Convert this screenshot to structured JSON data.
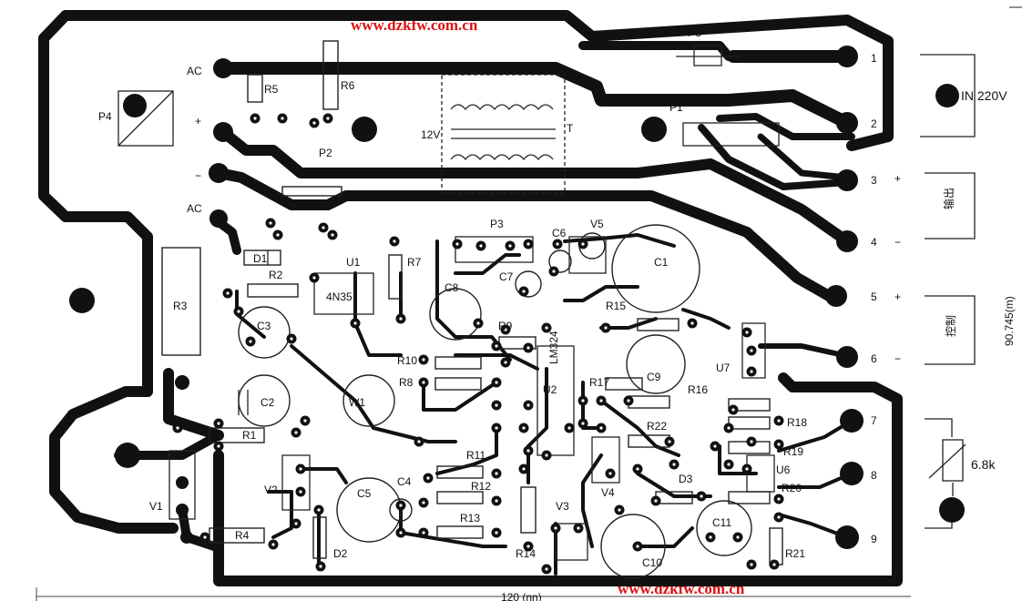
{
  "watermark": {
    "top": "www.dzkfw.com.cn",
    "bottom": "www.dzkfw.com.cn",
    "color": "#dd1111"
  },
  "dimension_label": "120 (nn)",
  "labels": {
    "fu": "FU",
    "ac1": "AC",
    "ac2": "AC",
    "plus": "+",
    "minus": "−",
    "r5": "R5",
    "r6": "R6",
    "p4": "P4",
    "p2": "P2",
    "v12": "12V",
    "t": "T",
    "p1": "P1",
    "d1": "D1",
    "r2": "R2",
    "u1": "U1",
    "ic_4n35": "4N35",
    "r7": "R7",
    "p3": "P3",
    "c6": "C6",
    "v5": "V5",
    "c7": "C7",
    "c8": "C8",
    "c1": "C1",
    "r3": "R3",
    "c3": "C3",
    "r15": "R15",
    "r9": "R9",
    "lm324": "LM324",
    "r10": "R10",
    "r8": "R8",
    "c9": "C9",
    "u7": "U7",
    "c2": "C2",
    "w1": "W1",
    "r17": "R17",
    "u2": "U2",
    "r16": "R16",
    "r18": "R18",
    "r1": "R1",
    "r22": "R22",
    "r19": "R19",
    "r11": "R11",
    "v2": "V2",
    "c5": "C5",
    "c4": "C4",
    "r12": "R12",
    "v4": "V4",
    "d3": "D3",
    "u6": "U6",
    "r20": "R20",
    "v1": "V1",
    "v3": "V3",
    "c11": "C11",
    "r13": "R13",
    "r4": "R4",
    "d2": "D2",
    "r14": "R14",
    "c10": "C10",
    "r21": "R21"
  },
  "terminals": [
    "1",
    "2",
    "3",
    "4",
    "5",
    "6",
    "7",
    "8",
    "9"
  ],
  "terminal_signs": {
    "t3": "+",
    "t4": "−",
    "t5": "+",
    "t6": "−"
  },
  "side": {
    "in": "IN 220V",
    "box1": "输出",
    "box2": "控制",
    "pot": "6.8k",
    "vertical": "90.745(m)"
  }
}
